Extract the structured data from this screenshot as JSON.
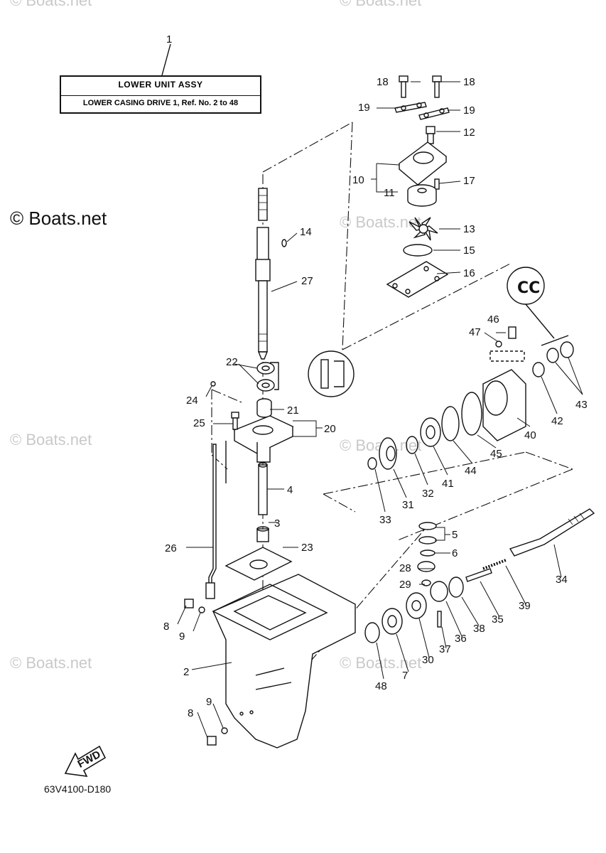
{
  "title_box": {
    "line1": "LOWER UNIT ASSY",
    "line2": "LOWER CASING DRIVE 1, Ref. No. 2 to 48"
  },
  "watermark": {
    "main": "© Boats.net",
    "faint": "© Boats.net"
  },
  "drawing_code": "63V4100-D180",
  "fwd_label": "FWD",
  "callouts": [
    {
      "id": "c1",
      "text": "1"
    },
    {
      "id": "c2",
      "text": "2"
    },
    {
      "id": "c3",
      "text": "3"
    },
    {
      "id": "c4",
      "text": "4"
    },
    {
      "id": "c5",
      "text": "5"
    },
    {
      "id": "c6",
      "text": "6"
    },
    {
      "id": "c7",
      "text": "7"
    },
    {
      "id": "c8a",
      "text": "8"
    },
    {
      "id": "c8b",
      "text": "8"
    },
    {
      "id": "c9a",
      "text": "9"
    },
    {
      "id": "c9b",
      "text": "9"
    },
    {
      "id": "c10",
      "text": "10"
    },
    {
      "id": "c11",
      "text": "11"
    },
    {
      "id": "c12",
      "text": "12"
    },
    {
      "id": "c13",
      "text": "13"
    },
    {
      "id": "c14",
      "text": "14"
    },
    {
      "id": "c15",
      "text": "15"
    },
    {
      "id": "c16",
      "text": "16"
    },
    {
      "id": "c17",
      "text": "17"
    },
    {
      "id": "c18a",
      "text": "18"
    },
    {
      "id": "c18b",
      "text": "18"
    },
    {
      "id": "c19a",
      "text": "19"
    },
    {
      "id": "c19b",
      "text": "19"
    },
    {
      "id": "c20",
      "text": "20"
    },
    {
      "id": "c21",
      "text": "21"
    },
    {
      "id": "c22",
      "text": "22"
    },
    {
      "id": "c23",
      "text": "23"
    },
    {
      "id": "c24",
      "text": "24"
    },
    {
      "id": "c25",
      "text": "25"
    },
    {
      "id": "c26",
      "text": "26"
    },
    {
      "id": "c27",
      "text": "27"
    },
    {
      "id": "c28",
      "text": "28"
    },
    {
      "id": "c29",
      "text": "29"
    },
    {
      "id": "c30",
      "text": "30"
    },
    {
      "id": "c31",
      "text": "31"
    },
    {
      "id": "c32",
      "text": "32"
    },
    {
      "id": "c33",
      "text": "33"
    },
    {
      "id": "c34",
      "text": "34"
    },
    {
      "id": "c35",
      "text": "35"
    },
    {
      "id": "c36",
      "text": "36"
    },
    {
      "id": "c37",
      "text": "37"
    },
    {
      "id": "c38",
      "text": "38"
    },
    {
      "id": "c39",
      "text": "39"
    },
    {
      "id": "c40",
      "text": "40"
    },
    {
      "id": "c41",
      "text": "41"
    },
    {
      "id": "c42",
      "text": "42"
    },
    {
      "id": "c43",
      "text": "43"
    },
    {
      "id": "c44",
      "text": "44"
    },
    {
      "id": "c45",
      "text": "45"
    },
    {
      "id": "c46",
      "text": "46"
    },
    {
      "id": "c47",
      "text": "47"
    },
    {
      "id": "c48",
      "text": "48"
    }
  ]
}
